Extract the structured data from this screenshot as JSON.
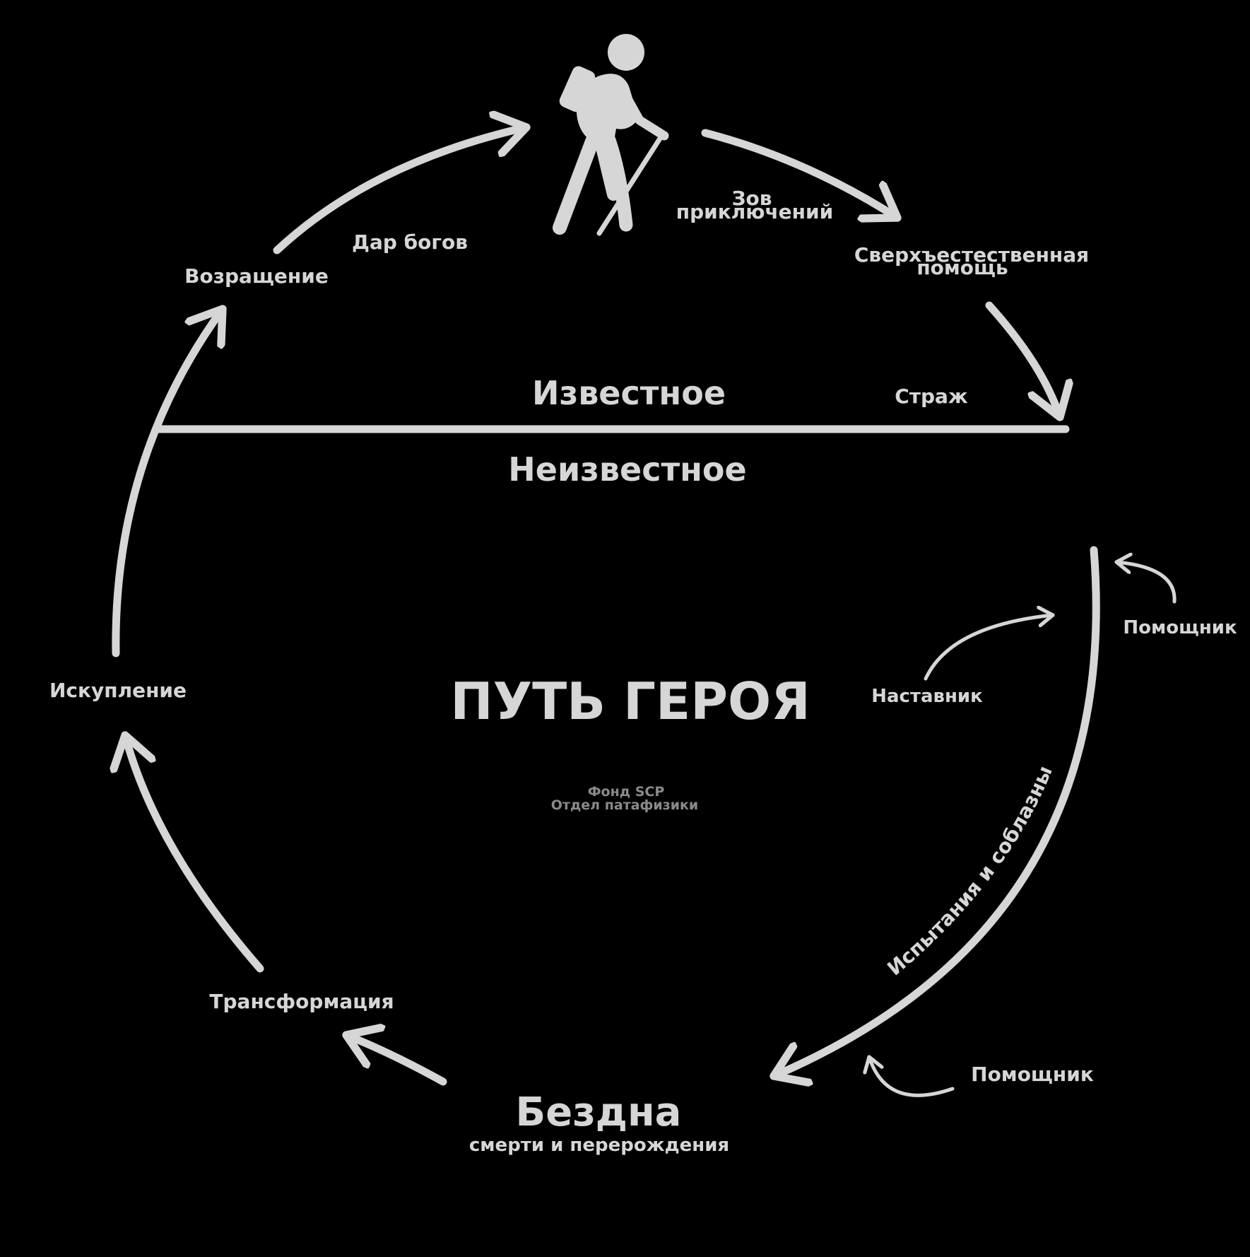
{
  "colors": {
    "background": "#000000",
    "foreground": "#d6d6d6",
    "muted": "#8a8a8a"
  },
  "title": "ПУТЬ ГЕРОЯ",
  "credit": {
    "line1": "Фонд SCP",
    "line2": "Отдел патафизики"
  },
  "divider": {
    "above": "Известное",
    "below": "Неизвестное"
  },
  "stages": {
    "call": {
      "line1": "Зов",
      "line2": "приключений"
    },
    "supernatural_aid": {
      "line1": "Сверхъестественная",
      "line2": "помощь"
    },
    "guardian": "Страж",
    "trials": "Испытания и соблазны",
    "abyss": {
      "title": "Бездна",
      "subtitle": "смерти и перерождения"
    },
    "transformation": "Трансформация",
    "atonement": "Искупление",
    "return": "Возращение",
    "gift": "Дар богов"
  },
  "helpers": {
    "mentor": "Наставник",
    "helper_top": "Помощник",
    "helper_bottom": "Помощник"
  },
  "icons": {
    "hero": "hiker-icon"
  }
}
